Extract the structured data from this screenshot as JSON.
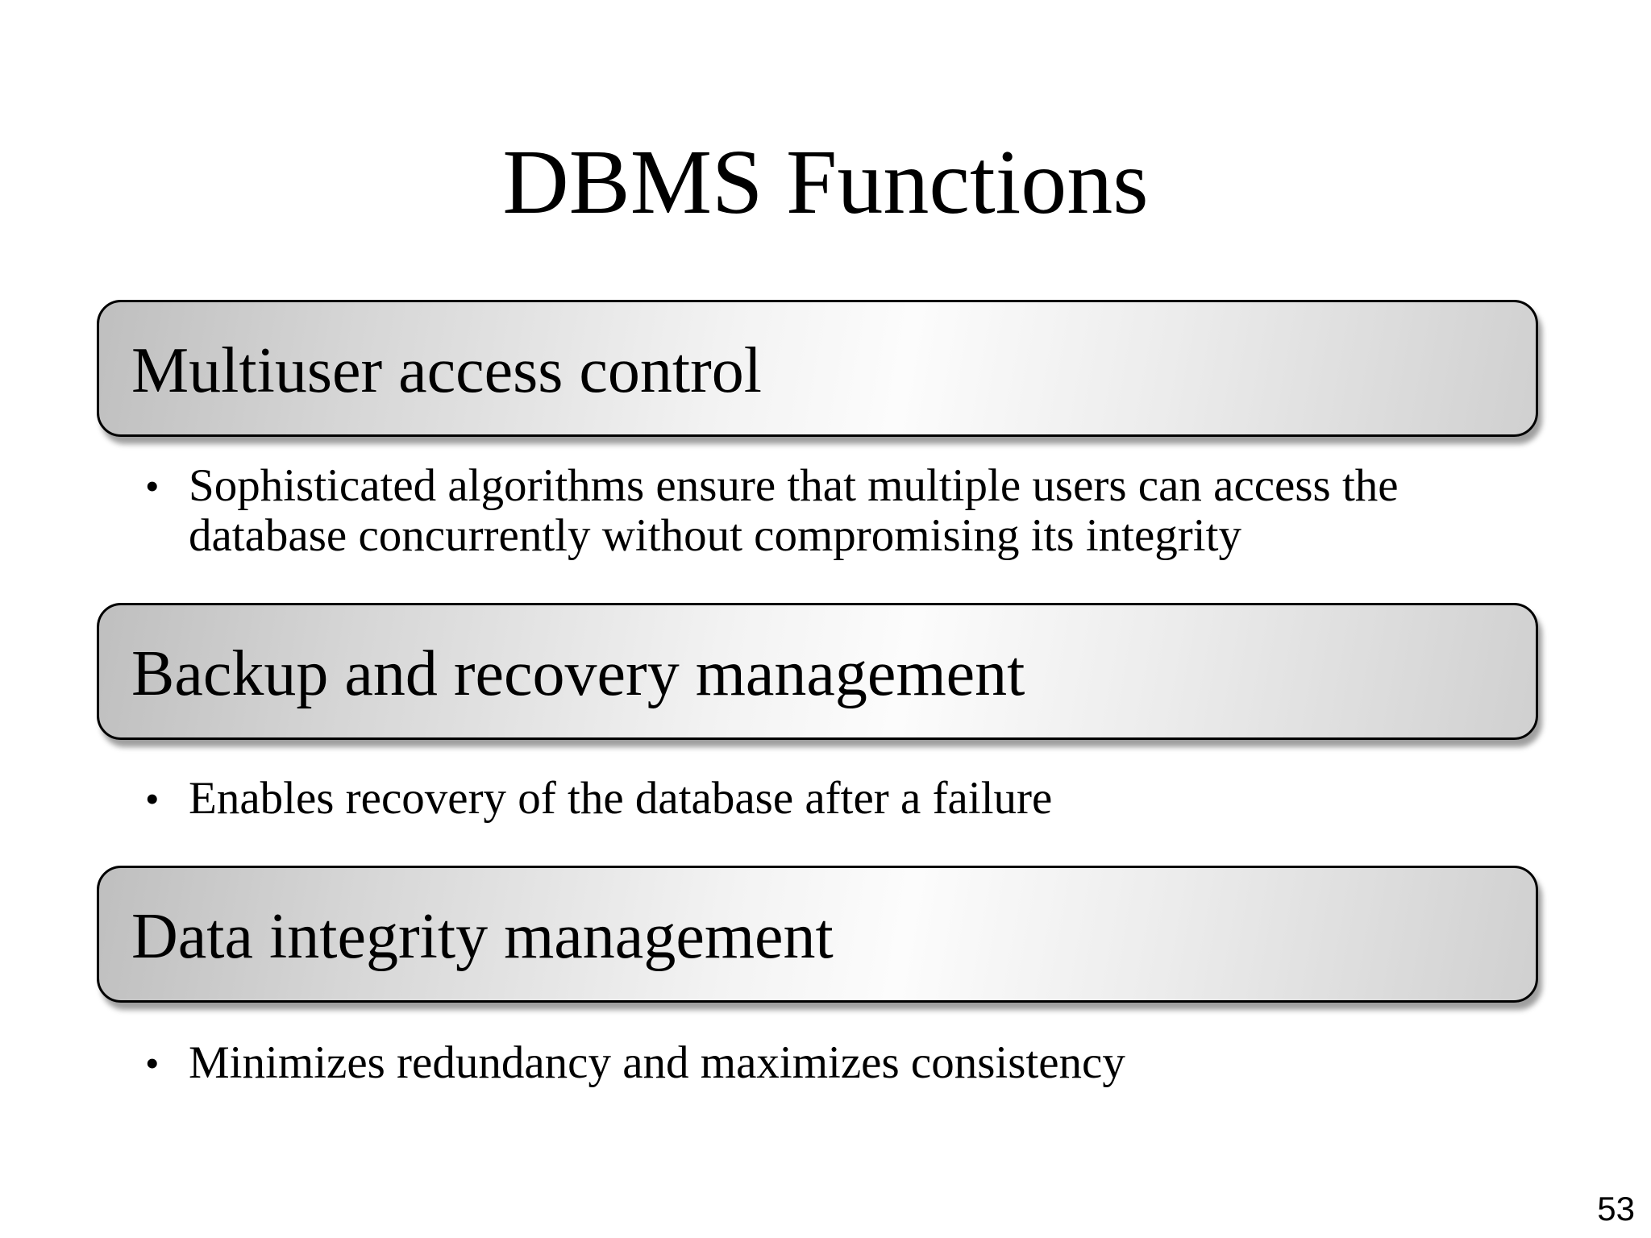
{
  "slide": {
    "title": "DBMS Functions",
    "page_number": "53",
    "bullet_glyph": "•",
    "colors": {
      "background": "#ffffff",
      "text": "#000000",
      "bar_border": "#000000",
      "bar_gradient_dark": "#bfbfbf",
      "bar_gradient_light": "#fcfcfc",
      "bar_gradient_end": "#d0d0d0",
      "shadow": "rgba(0,0,0,0.38)"
    },
    "sections": [
      {
        "heading": "Multiuser access control",
        "bullet": "Sophisticated algorithms ensure that multiple users can access the database concurrently without compromising its integrity"
      },
      {
        "heading": "Backup and recovery management",
        "bullet": "Enables recovery of the database after a failure"
      },
      {
        "heading": "Data integrity management",
        "bullet": "Minimizes redundancy and maximizes consistency"
      }
    ]
  }
}
